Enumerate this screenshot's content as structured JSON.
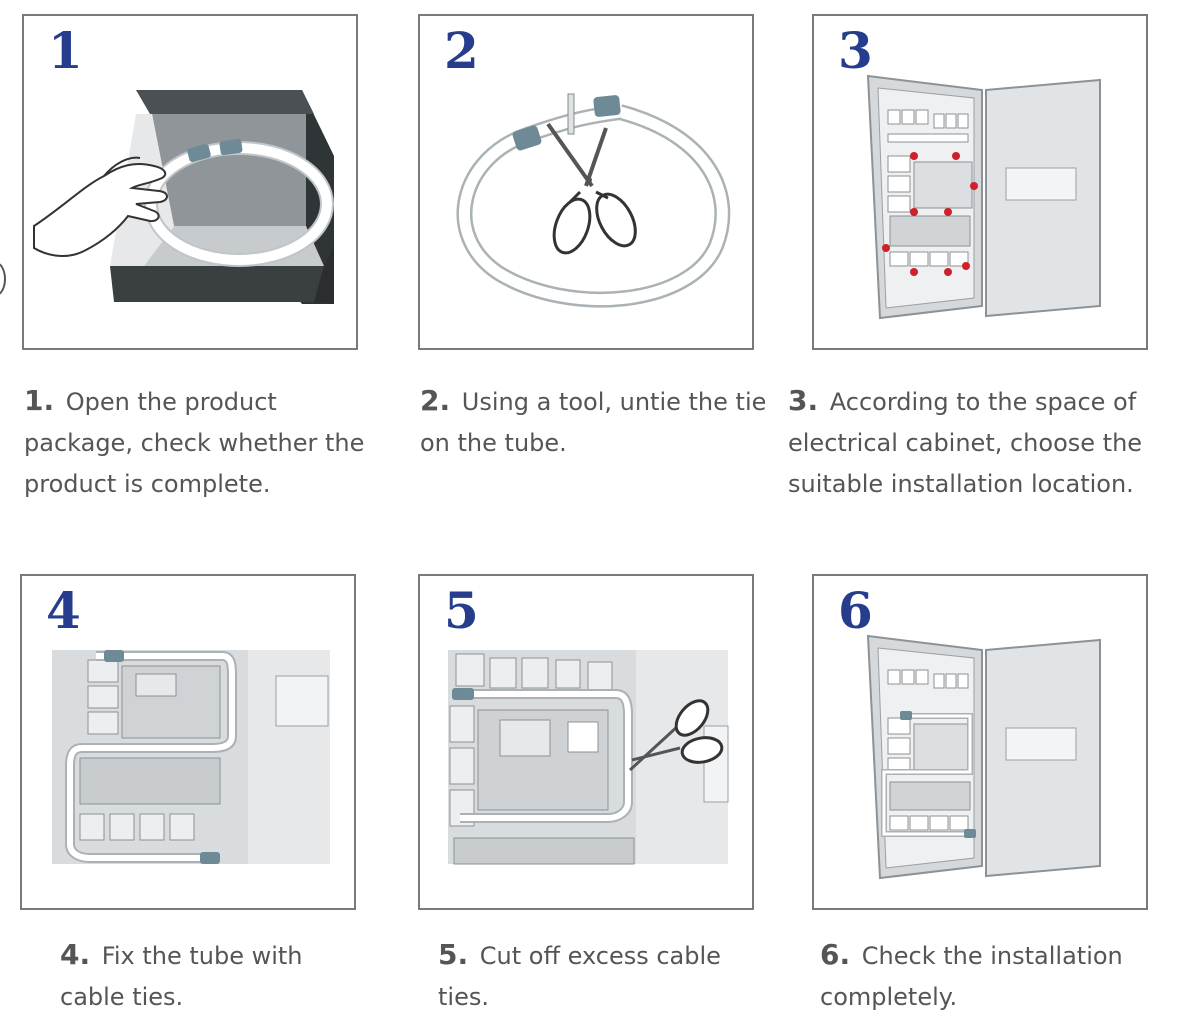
{
  "steps": [
    {
      "number": "1",
      "caption_num": "1.",
      "caption_text": "Open the product package, check whether the product is complete.",
      "illustration": "open-box-icon"
    },
    {
      "number": "2",
      "caption_num": "2.",
      "caption_text": "Using a tool, untie the tie on the tube.",
      "illustration": "scissors-tube-icon"
    },
    {
      "number": "3",
      "caption_num": "3.",
      "caption_text": "According to the space of electrical cabinet, choose the suitable installation location.",
      "illustration": "cabinet-icon"
    },
    {
      "number": "4",
      "caption_num": "4.",
      "caption_text": "Fix the tube with cable ties.",
      "illustration": "cabinet-closeup-icon"
    },
    {
      "number": "5",
      "caption_num": "5.",
      "caption_text": "Cut off excess cable ties.",
      "illustration": "cut-ties-icon"
    },
    {
      "number": "6",
      "caption_num": "6.",
      "caption_text": "Check the installation completely.",
      "illustration": "cabinet-installed-icon"
    }
  ],
  "colors": {
    "step_number": "#253d8c",
    "caption": "#555555",
    "border": "#7a7a7a",
    "marker": "#d0202a",
    "tube": "#ffffff",
    "tube_cap": "#6e8a96",
    "box_dark": "#3a3f42"
  }
}
